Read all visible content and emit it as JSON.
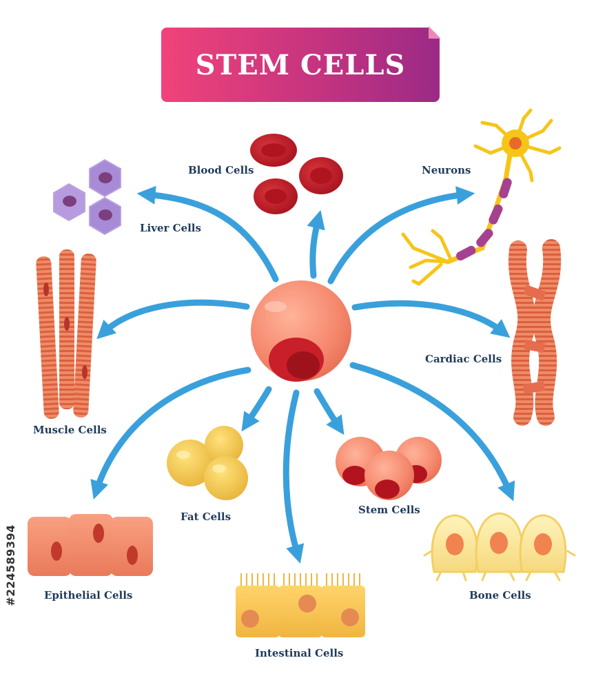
{
  "title": "STEM CELLS",
  "labels": {
    "blood": "Blood Cells",
    "neurons": "Neurons",
    "liver": "Liver Cells",
    "muscle": "Muscle Cells",
    "cardiac": "Cardiac Cells",
    "fat": "Fat Cells",
    "stem": "Stem Cells",
    "epithelial": "Epithelial Cells",
    "intestinal": "Intestinal Cells",
    "bone": "Bone Cells"
  },
  "credit_id": "#224589394",
  "colors": {
    "arrow": "#3aa0dc",
    "label": "#1f3a5a",
    "title_start": "#f0437a",
    "title_end": "#9b2a86"
  }
}
